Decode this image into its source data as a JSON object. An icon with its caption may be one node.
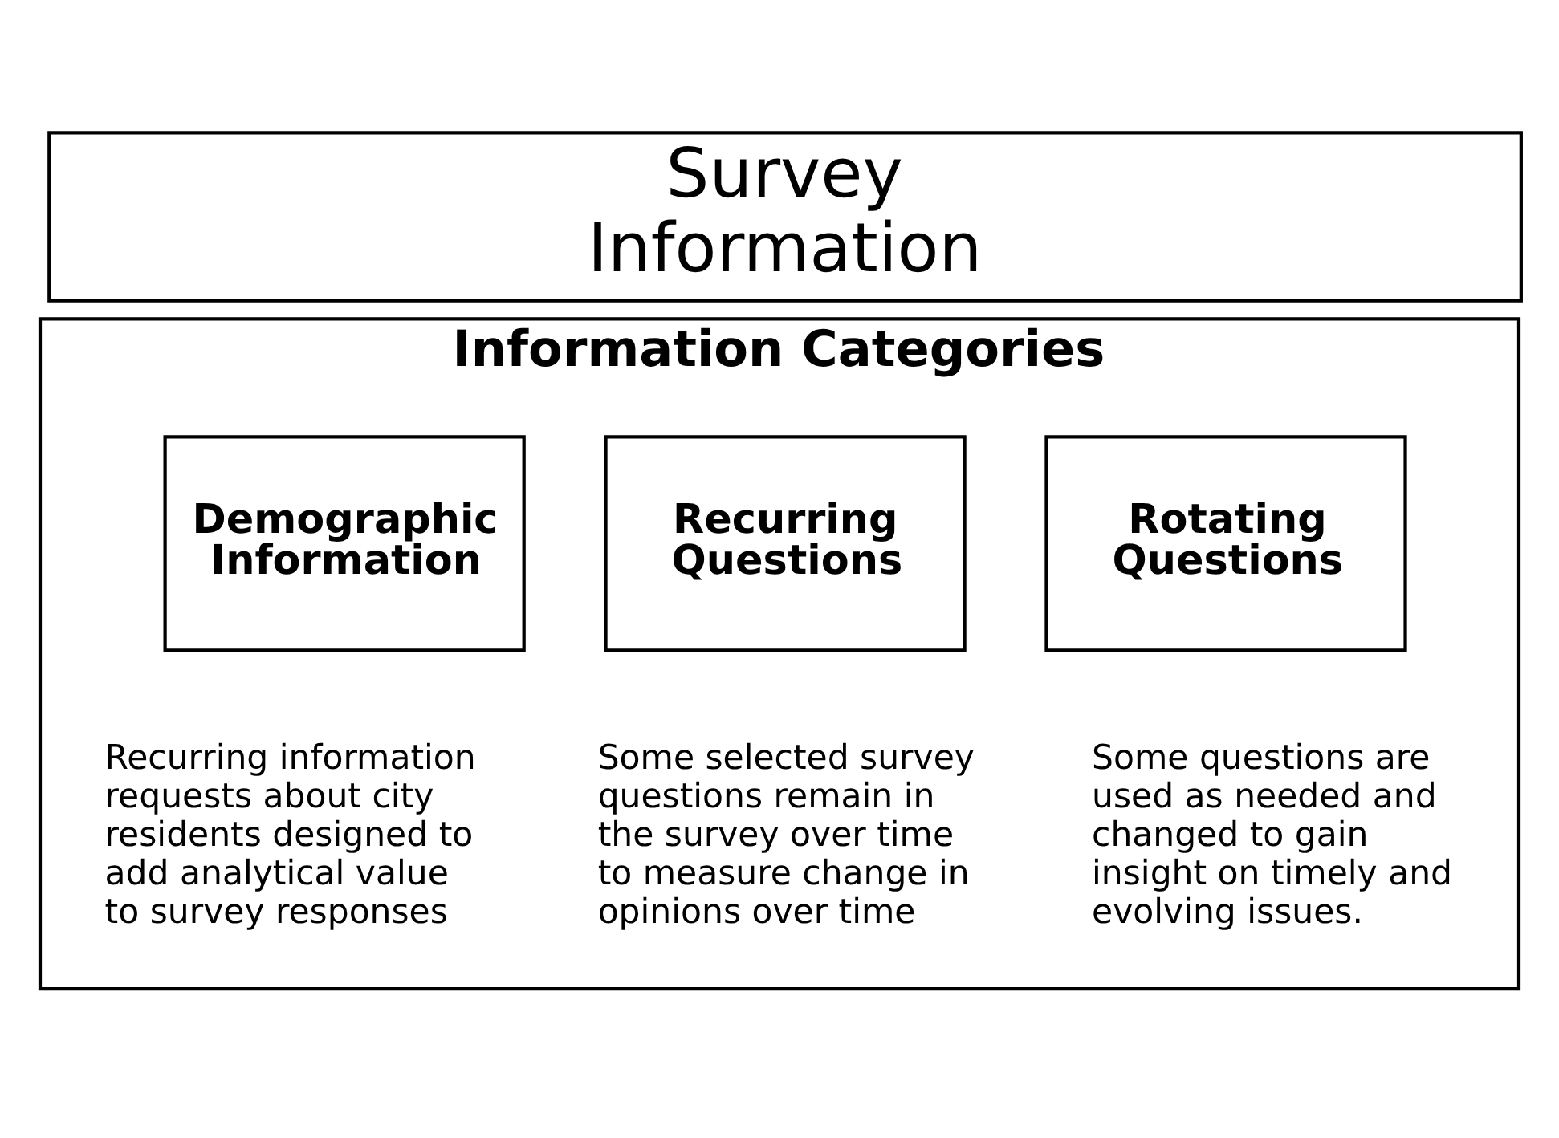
{
  "diagram": {
    "nodes": [
      {
        "text": [
          "Survey Information"
        ]
      },
      {
        "text": [
          "Information Categories"
        ]
      },
      {
        "text": [
          "Demographic Information"
        ],
        "in": 1,
        "beside": [
          "Recurring information requests about city residents designed to add analytical value to survey responses"
        ]
      },
      {
        "text": [
          "Recurring Questions"
        ],
        "in": 1,
        "beside": [
          "Some selected survey questions remain in the survey over time to measure change in opinions over time"
        ]
      },
      {
        "text": [
          "Rotating Questions"
        ],
        "in": 1,
        "beside": [
          "Some questions are used as needed and changed to gain insight on timely and evolving issues."
        ]
      }
    ],
    "edges": []
  }
}
